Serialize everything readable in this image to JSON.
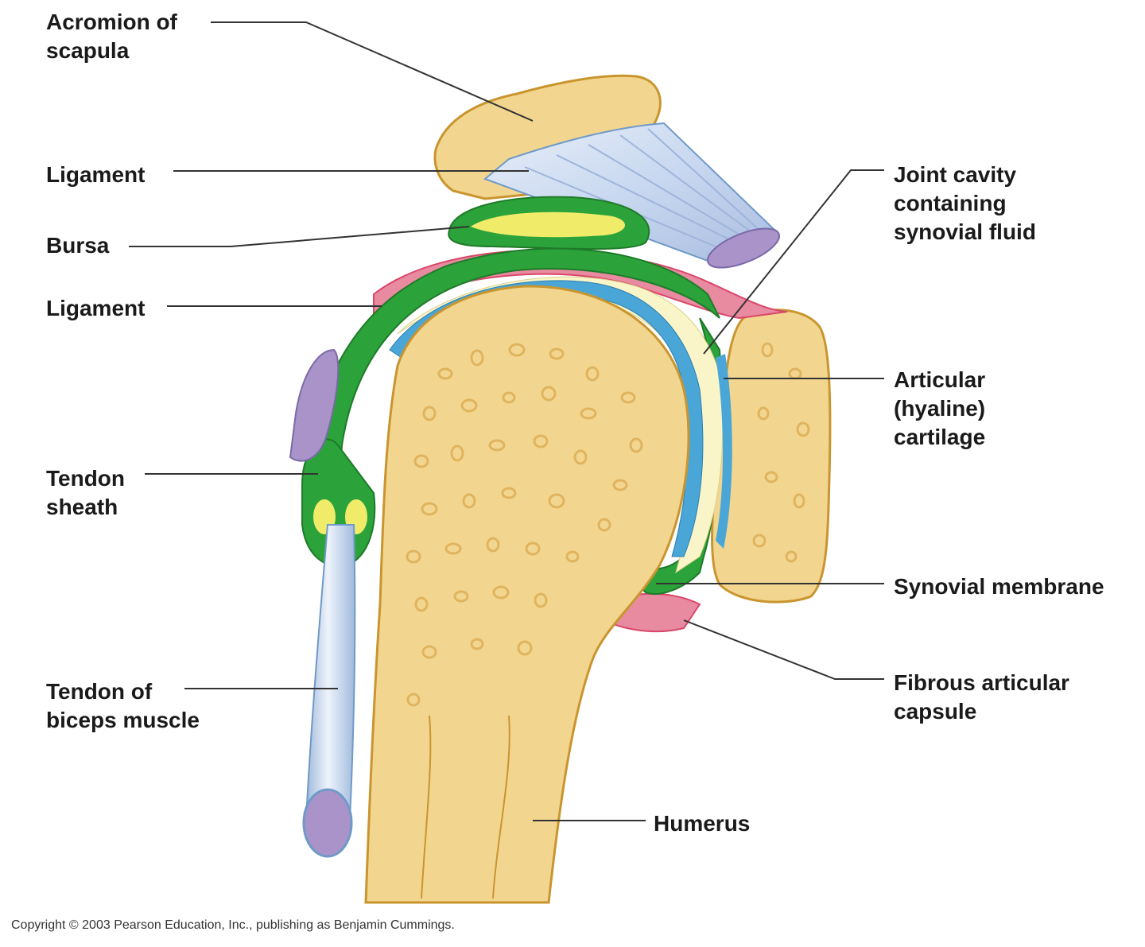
{
  "labels": {
    "acromion": [
      "Acromion of",
      "scapula"
    ],
    "ligament_top": "Ligament",
    "bursa": "Bursa",
    "ligament_mid": "Ligament",
    "tendon_sheath": [
      "Tendon",
      "sheath"
    ],
    "tendon_biceps": [
      "Tendon of",
      "biceps muscle"
    ],
    "joint_cavity": [
      "Joint cavity",
      "containing",
      "synovial fluid"
    ],
    "articular_cartilage": [
      "Articular",
      "(hyaline)",
      "cartilage"
    ],
    "synovial_membrane": "Synovial membrane",
    "fibrous_capsule": [
      "Fibrous articular",
      "capsule"
    ],
    "humerus": "Humerus"
  },
  "copyright": "Copyright © 2003 Pearson Education, Inc., publishing as Benjamin Cummings.",
  "colors": {
    "bone": "#f2d690",
    "bone_edge": "#c9952f",
    "bone_pore": "#e0b45e",
    "ligament": "#c8d8f0",
    "tendon_edge": "#6f9ac8",
    "tendon_end": "#a993c8",
    "synovial_green": "#2ca33a",
    "bursa_yellow": "#f0ec6a",
    "cartilage_blue": "#4aa6d6",
    "capsule_red": "#d9476a",
    "capsule_pink": "#e88aa0",
    "leader": "#333333"
  }
}
